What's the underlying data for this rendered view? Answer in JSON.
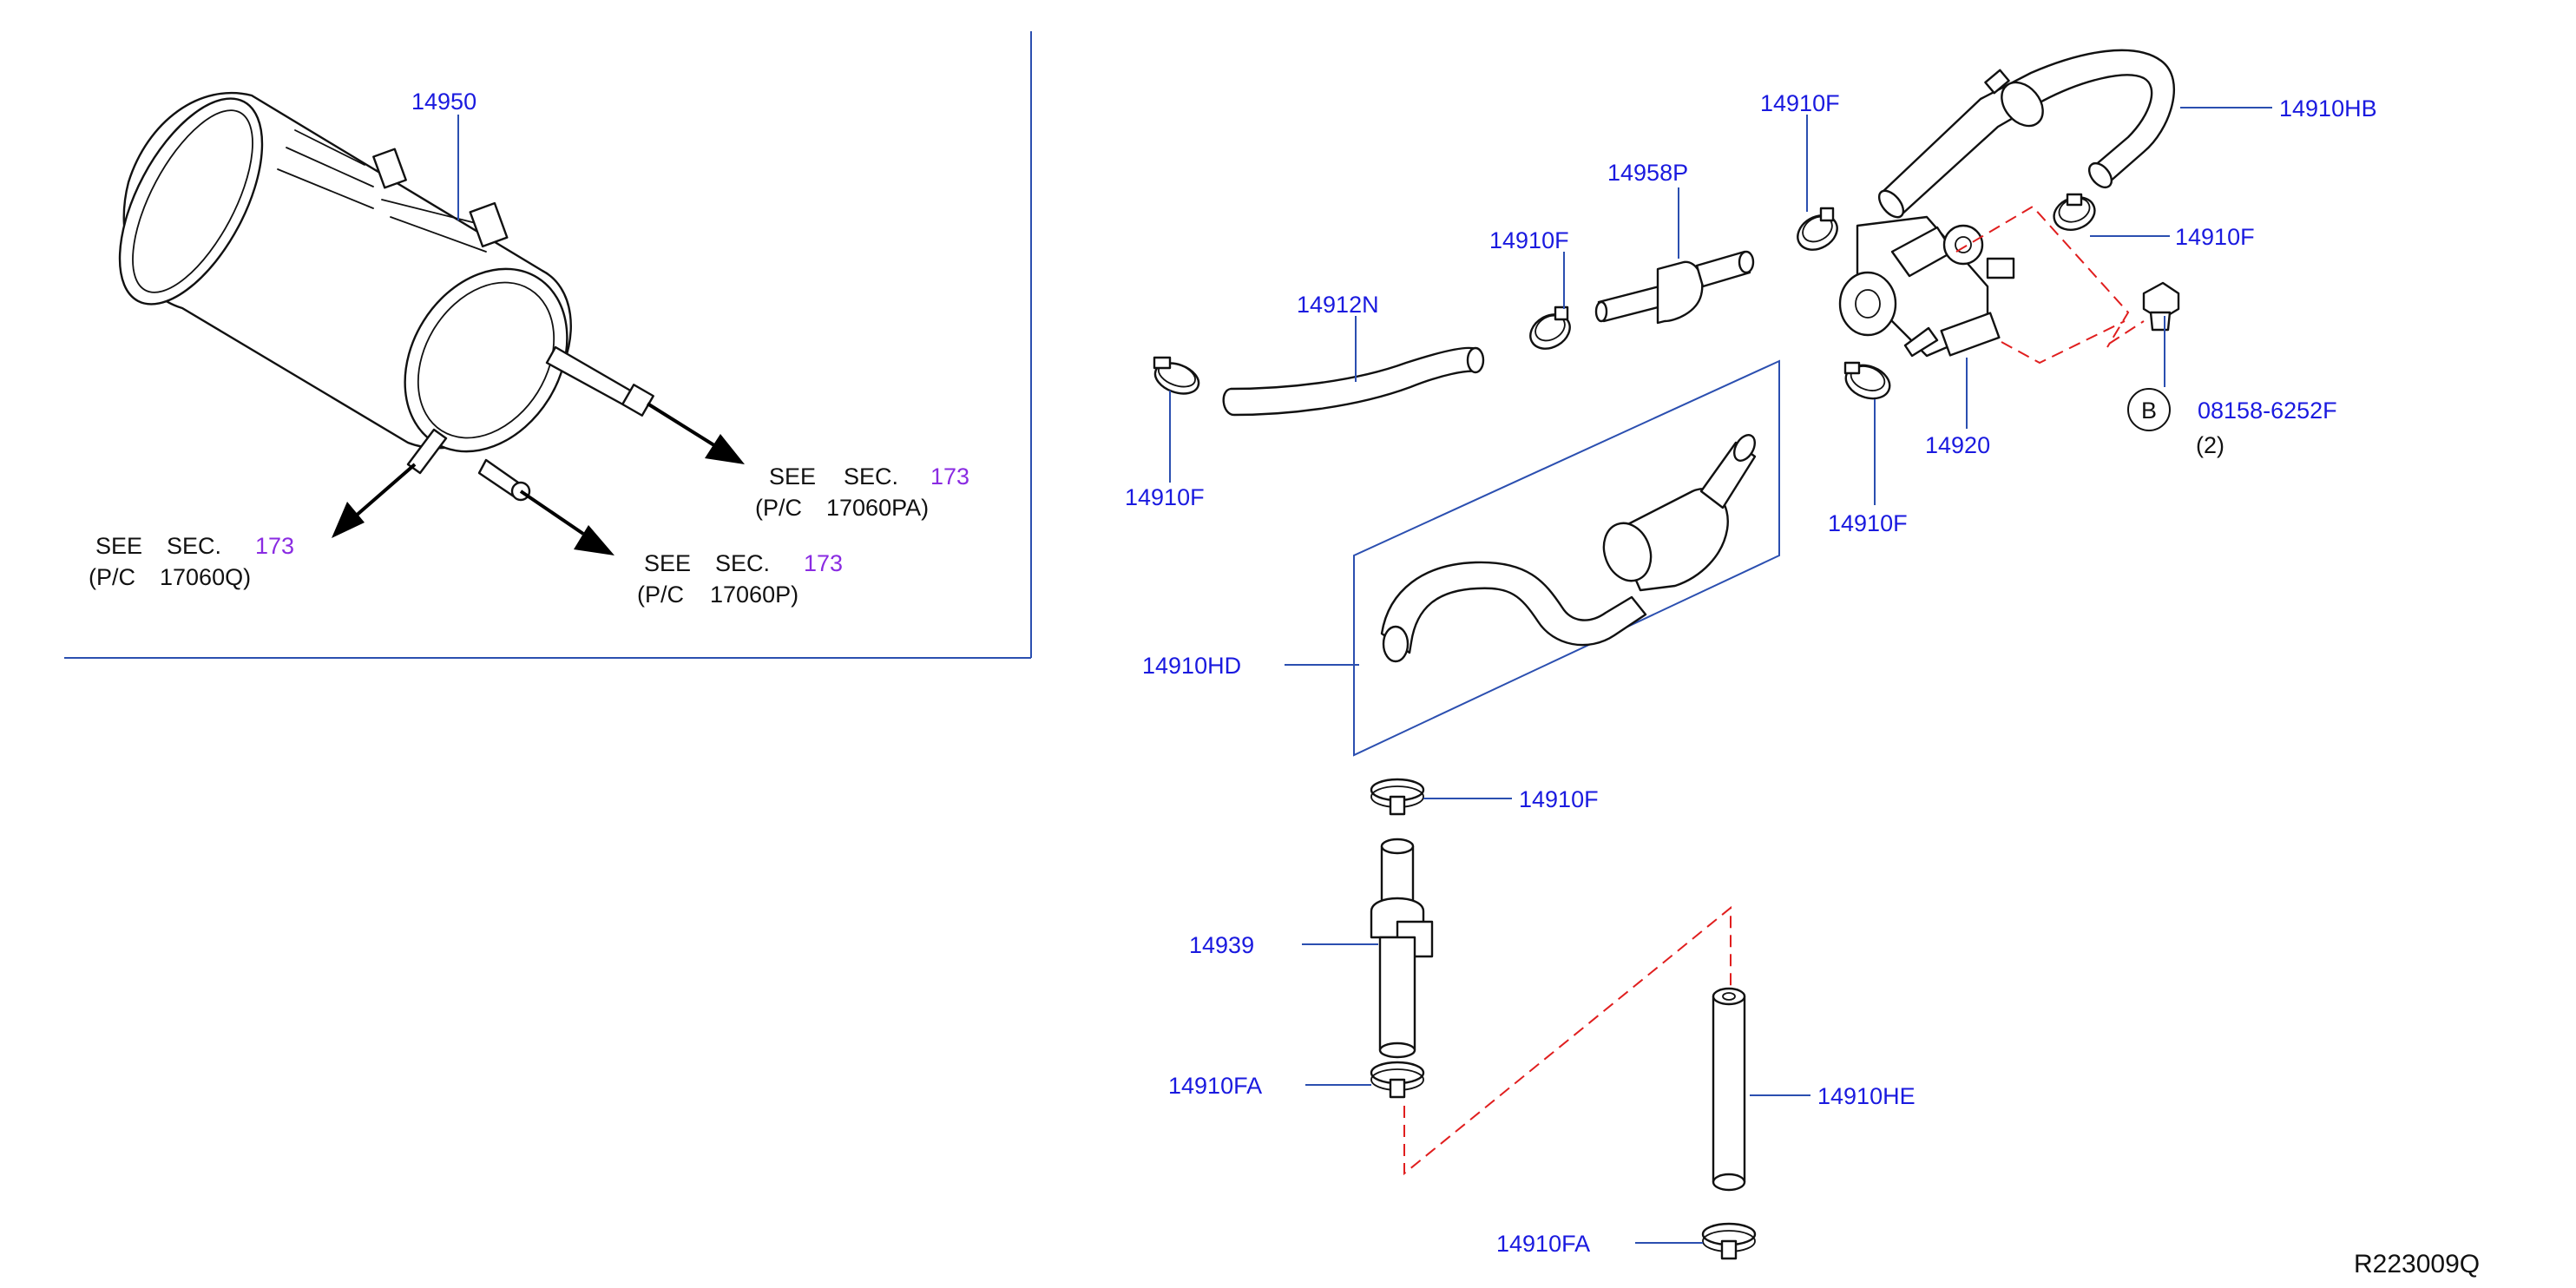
{
  "labels": {
    "canister": "14950",
    "hose_valve_out": "14910HB",
    "clamp_top": "14910F",
    "clamp_right": "14910F",
    "valve_check": "14958P",
    "clamp_left_upper": "14910F",
    "hose_front": "14912N",
    "clamp_far_left": "14910F",
    "solenoid_valve": "14920",
    "clamp_under_valve": "14910F",
    "bolt_ref": "08158-6252F",
    "bolt_qty": "(2)",
    "bolt_letter": "B",
    "hose_assembly": "14910HD",
    "clamp_mid": "14910F",
    "connector": "14939",
    "clamp_fa_upper": "14910FA",
    "hose_straight": "14910HE",
    "clamp_fa_lower": "14910FA",
    "drawing_ref": "R223009Q"
  },
  "see_sections": [
    {
      "see": "SEE",
      "sec": "SEC.",
      "num": "173",
      "pc": "(P/C",
      "code": "17060PA)"
    },
    {
      "see": "SEE",
      "sec": "SEC.",
      "num": "173",
      "pc": "(P/C",
      "code": "17060Q)"
    },
    {
      "see": "SEE",
      "sec": "SEC.",
      "num": "173",
      "pc": "(P/C",
      "code": "17060P)"
    }
  ],
  "colors": {
    "part_number": "#1a1adf",
    "section_number": "#8a2be2",
    "phantom_line": "#e01e1e",
    "leader_line": "#2b4fb0"
  }
}
